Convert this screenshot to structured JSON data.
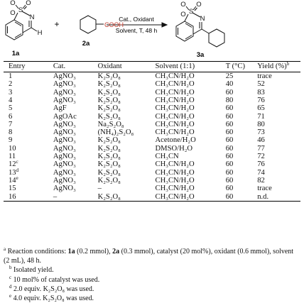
{
  "scheme": {
    "reactant_label": "1a",
    "reagent_label": "2a",
    "product_label": "3a",
    "plus": "+",
    "cooh": "COOH",
    "conditions_top": "Cat., Oxidant",
    "conditions_bottom": "Solvent, T, 48 h",
    "atom_O": "O",
    "atom_S": "S",
    "atom_N": "N",
    "atom_H": "H"
  },
  "table": {
    "headers": {
      "entry": "Entry",
      "cat": "Cat.",
      "oxidant": "Oxidant",
      "solvent": "Solvent (1:1)",
      "temp": "T (°C)",
      "yield": "Yield (%)",
      "yield_sup": "b"
    },
    "rows": [
      {
        "entry": "1",
        "sup": "",
        "cat": "AgNO₃",
        "oxidant": "K₂S₂O₈",
        "solvent": "CH₃CN/H₂O",
        "temp": "25",
        "yield": "trace"
      },
      {
        "entry": "2",
        "sup": "",
        "cat": "AgNO₃",
        "oxidant": "K₂S₂O₈",
        "solvent": "CH₃CN/H₂O",
        "temp": "40",
        "yield": "52"
      },
      {
        "entry": "3",
        "sup": "",
        "cat": "AgNO₃",
        "oxidant": "K₂S₂O₈",
        "solvent": "CH₃CN/H₂O",
        "temp": "60",
        "yield": "83"
      },
      {
        "entry": "4",
        "sup": "",
        "cat": "AgNO₃",
        "oxidant": "K₂S₂O₈",
        "solvent": "CH₃CN/H₂O",
        "temp": "80",
        "yield": "76"
      },
      {
        "entry": "5",
        "sup": "",
        "cat": "AgF",
        "oxidant": "K₂S₂O₈",
        "solvent": "CH₃CN/H₂O",
        "temp": "60",
        "yield": "65"
      },
      {
        "entry": "6",
        "sup": "",
        "cat": "AgOAc",
        "oxidant": "K₂S₂O₈",
        "solvent": "CH₃CN/H₂O",
        "temp": "60",
        "yield": "71"
      },
      {
        "entry": "7",
        "sup": "",
        "cat": "AgNO₃",
        "oxidant": "Na₂S₂O₈",
        "solvent": "CH₃CN/H₂O",
        "temp": "60",
        "yield": "80"
      },
      {
        "entry": "8",
        "sup": "",
        "cat": "AgNO₃",
        "oxidant": "(NH₄)₂S₂O₈",
        "solvent": "CH₃CN/H₂O",
        "temp": "60",
        "yield": "73"
      },
      {
        "entry": "9",
        "sup": "",
        "cat": "AgNO₃",
        "oxidant": "K₂S₂O₈",
        "solvent": "Acetone/H₂O",
        "temp": "60",
        "yield": "46"
      },
      {
        "entry": "10",
        "sup": "",
        "cat": "AgNO₃",
        "oxidant": "K₂S₂O₈",
        "solvent": "DMSO/H₂O",
        "temp": "60",
        "yield": "77"
      },
      {
        "entry": "11",
        "sup": "",
        "cat": "AgNO₃",
        "oxidant": "K₂S₂O₈",
        "solvent": "CH₃CN",
        "temp": "60",
        "yield": "72"
      },
      {
        "entry": "12",
        "sup": "c",
        "cat": "AgNO₃",
        "oxidant": "K₂S₂O₈",
        "solvent": "CH₃CN/H₂O",
        "temp": "60",
        "yield": "76"
      },
      {
        "entry": "13",
        "sup": "d",
        "cat": "AgNO₃",
        "oxidant": "K₂S₂O₈",
        "solvent": "CH₃CN/H₂O",
        "temp": "60",
        "yield": "74"
      },
      {
        "entry": "14",
        "sup": "e",
        "cat": "AgNO₃",
        "oxidant": "K₂S₂O₈",
        "solvent": "CH₃CN/H₂O",
        "temp": "60",
        "yield": "82"
      },
      {
        "entry": "15",
        "sup": "",
        "cat": "AgNO₃",
        "oxidant": "–",
        "solvent": "CH₃CN/H₂O",
        "temp": "60",
        "yield": "trace"
      },
      {
        "entry": "16",
        "sup": "",
        "cat": "–",
        "oxidant": "K₂S₂O₈",
        "solvent": "CH₃CN/H₂O",
        "temp": "60",
        "yield": "n.d."
      }
    ]
  },
  "footnotes": {
    "a_mark": "a",
    "a_p1": " Reaction conditions: ",
    "a_b1": "1a",
    "a_p2": " (0.2 mmol), ",
    "a_b2": "2a",
    "a_p3": " (0.3 mmol), catalyst (20 mol%), oxidant (0.6 mmol), solvent (2 mL), 48 h.",
    "b_mark": "b",
    "b_text": " Isolated yield.",
    "c_mark": "c",
    "c_text": " 10 mol% of catalyst was used.",
    "d_mark": "d",
    "d_text": " 2.0 equiv. K₂S₂O₈ was used.",
    "e_mark": "e",
    "e_text": " 4.0 equiv. K₂S₂O₈ was used."
  }
}
